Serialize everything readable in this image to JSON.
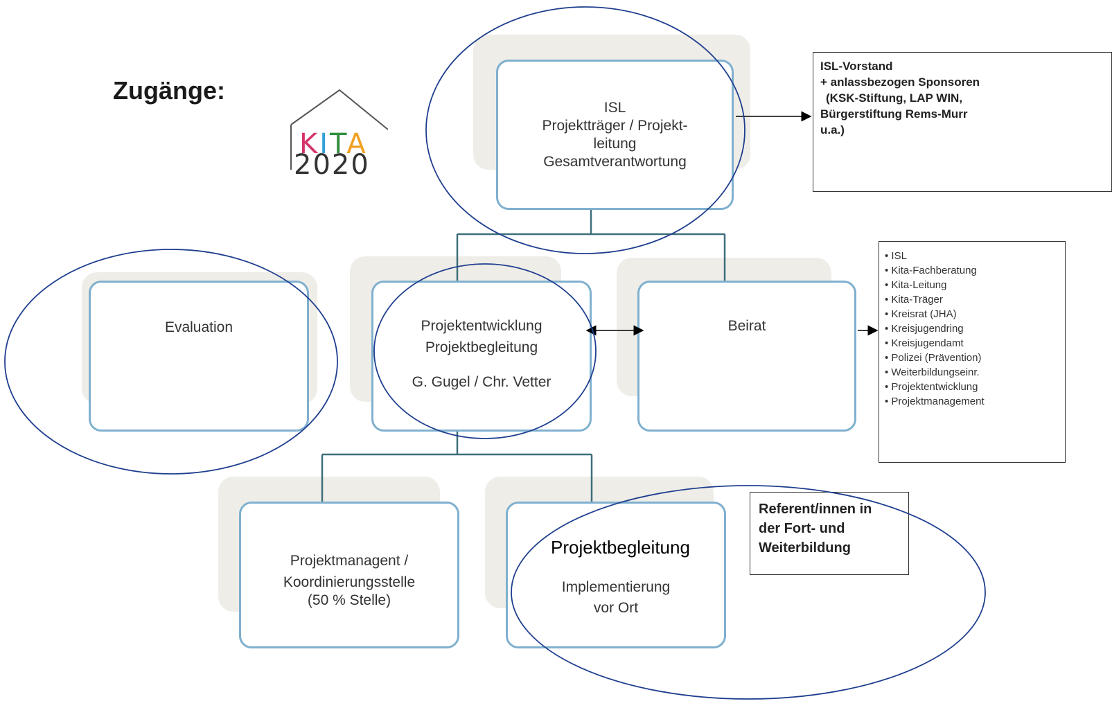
{
  "heading": "Zugänge:",
  "logo": {
    "top": "KITA",
    "bottom": "2020",
    "colors": [
      "#d6326a",
      "#33a1d6",
      "#2f8f3f",
      "#f0a020"
    ]
  },
  "nodes": {
    "isl": {
      "line1": "ISL",
      "line2": "Projektträger / Projekt-",
      "line3": "leitung",
      "line4": "Gesamtverantwortung"
    },
    "evaluation": {
      "label": "Evaluation"
    },
    "projektentwicklung": {
      "line1": "Projektentwicklung",
      "line2": "Projektbegleitung",
      "line3": "G. Gugel / Chr. Vetter"
    },
    "beirat": {
      "label": "Beirat"
    },
    "projektmanagement": {
      "line1": "Projektmanagent /",
      "line2": "Koordinierungsstelle",
      "line3": "(50 % Stelle)"
    },
    "implementierung": {
      "line1": "Implementierung",
      "line2": "vor Ort"
    }
  },
  "isl_vorstand": {
    "title": "ISL-Vorstand",
    "line1": "+ anlassbezogen Sponsoren",
    "line2": "(KSK-Stiftung, LAP WIN,",
    "line3": "Bürgerstiftung Rems-Murr",
    "line4": "u.a.)"
  },
  "beirat_members": [
    "ISL",
    "Kita-Fachberatung",
    "Kita-Leitung",
    "Kita-Träger",
    "Kreisrat (JHA)",
    "Kreisjugendring",
    "Kreisjugendamt",
    "Polizei (Prävention)",
    "Weiterbildungseinr.",
    "Projektentwicklung",
    "Projektmanagement"
  ],
  "referenten": {
    "line1": "Referent/innen in",
    "line2": "der Fort- und",
    "line3": "Weiterbildung"
  },
  "annotation": "Projektbegleitung",
  "colors": {
    "box_border": "#7fb0cf",
    "connector": "#3d6f7a",
    "ellipse": "#1f3f8f",
    "shadow": "#efede8"
  }
}
